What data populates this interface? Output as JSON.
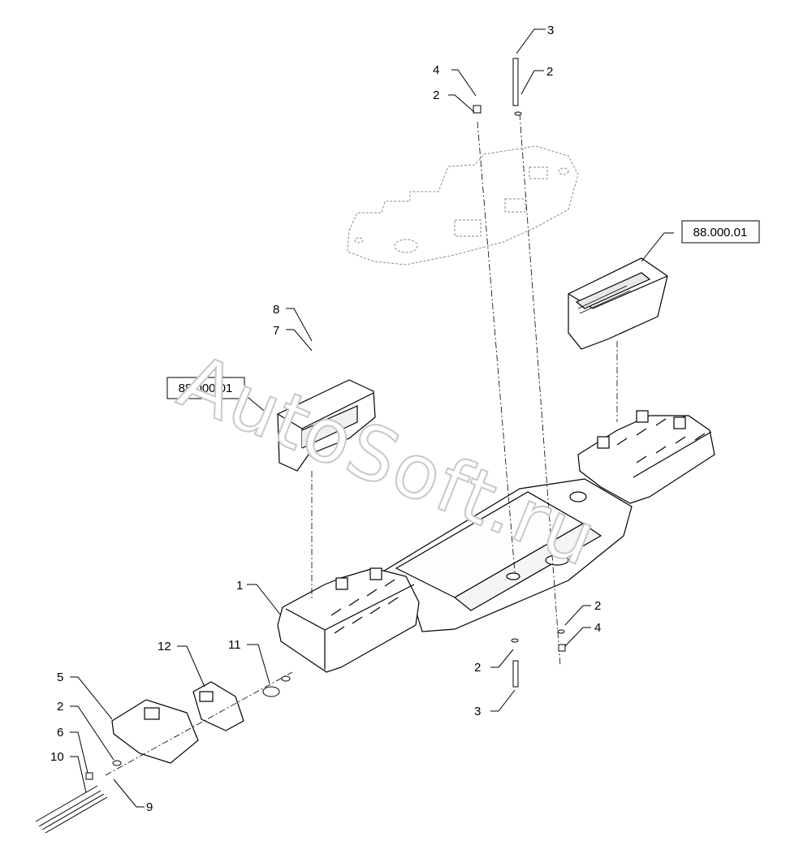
{
  "watermark": "AutoSoft.ru",
  "reference_boxes": [
    {
      "label": "88.000.01"
    },
    {
      "label": "88.000.01"
    }
  ],
  "callouts": [
    "3",
    "2",
    "4",
    "2",
    "8",
    "7",
    "1",
    "2",
    "4",
    "2",
    "3",
    "12",
    "11",
    "5",
    "2",
    "6",
    "10",
    "9"
  ],
  "colors": {
    "line": "#000000",
    "phantom": "#8a8a8a",
    "watermark_stroke": "#c8c8c8"
  }
}
